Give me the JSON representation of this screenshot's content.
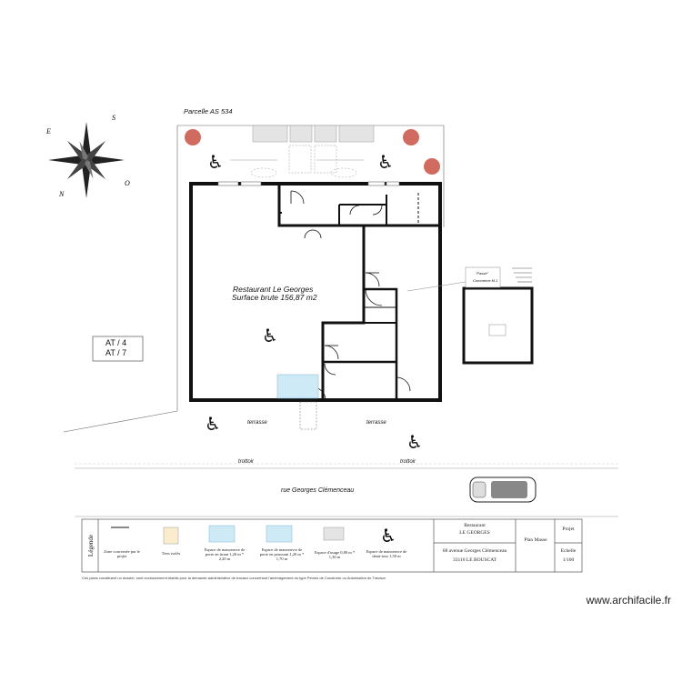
{
  "parcel_label": "Parcelle AS 534",
  "restaurant": {
    "name": "Restaurant Le Georges",
    "area": "Surface brute 156,87 m2"
  },
  "at_box": {
    "line1": "AT / 4",
    "line2": "AT / 7"
  },
  "terrasse_labels": [
    "terrasse",
    "terrasse"
  ],
  "trottoir_labels": [
    "trottoir",
    "trottoir"
  ],
  "street": "rue Georges Clémenceau",
  "annex": {
    "label_top": "\"Passé\"",
    "label_bottom": "Commerce M.1"
  },
  "legend": {
    "title": "Légende",
    "items": [
      {
        "label": "Zone concernée par le projet"
      },
      {
        "label": "Tiers isolés"
      },
      {
        "label": "Espace de manoeuvre de porte en tirant 1,20 m * 2,20 m"
      },
      {
        "label": "Espace de manoeuvre de porte en poussant 1,20 m * 1,70 m"
      },
      {
        "label": "Espace d'usage 0,80 m * 1,30 m"
      },
      {
        "label": "Espace de manoeuvre de demi-tour 1,50 m"
      }
    ],
    "project": {
      "line1": "Restaurant",
      "line2": "LE GEORGES",
      "line3": "68 avenue Georges Clémenceau",
      "line4": "33110 LE BOUSCAT"
    },
    "plan_type": "Plan Masse",
    "projet": "Projet",
    "echelle_label": "Echelle",
    "echelle_value": "1/100"
  },
  "footer_note": "Ces plans constituent un dossier, sont exclusivement établis pour la demande administrative de travaux concernant l'aménagement du type Permis de Construire ou Autorisation de Travaux.",
  "watermark": "www.archifacile.fr",
  "colors": {
    "wall": "#111111",
    "blue_zone": "#cfeaf7",
    "yellow_zone": "#fbeccd",
    "grey_zone": "#e4e4e4",
    "tree": "#c0392b"
  }
}
